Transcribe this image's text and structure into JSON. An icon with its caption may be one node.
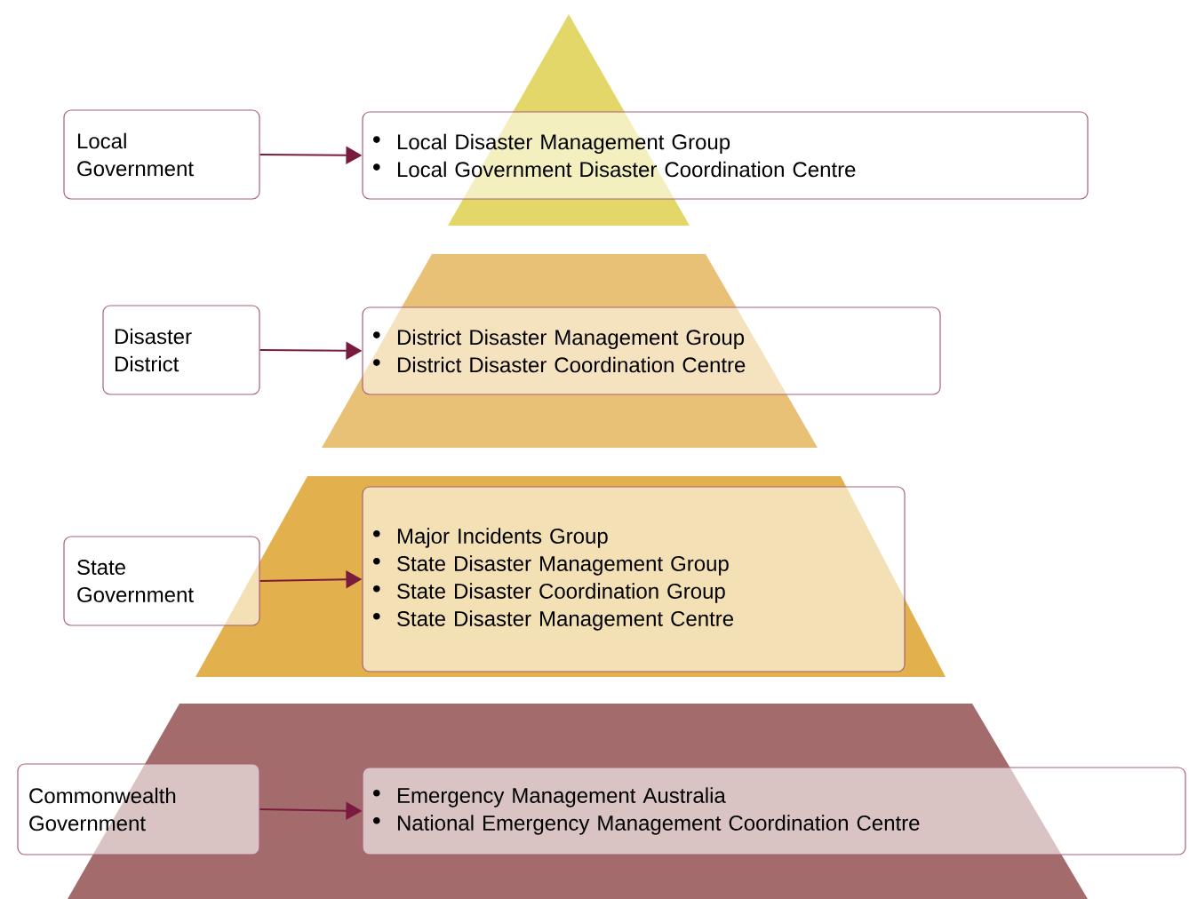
{
  "diagram": {
    "nodes": [
      {
        "text": [
          "Local Government"
        ]
      },
      {
        "text": [
          "Local Disaster Management Group",
          "Local Government Disaster Coordination Centre"
        ]
      },
      {
        "text": [
          "Disaster District"
        ]
      },
      {
        "text": [
          "District Disaster Management Group",
          "District Disaster Coordination Centre"
        ]
      },
      {
        "text": [
          "State Government"
        ]
      },
      {
        "text": [
          "Major Incidents Group",
          "State Disaster Management Group",
          "State Disaster Coordination Group",
          "State Disaster Management Centre"
        ]
      },
      {
        "text": [
          "Commonwealth Government"
        ]
      },
      {
        "text": [
          "Emergency Management Australia",
          "National Emergency Management Coordination Centre"
        ]
      }
    ],
    "edges": [
      {
        "from": 0,
        "to": 1,
        "arrow": "to"
      },
      {
        "from": 2,
        "to": 3,
        "arrow": "to"
      },
      {
        "from": 4,
        "to": 5,
        "arrow": "to"
      },
      {
        "from": 6,
        "to": 7,
        "arrow": "to"
      }
    ]
  }
}
